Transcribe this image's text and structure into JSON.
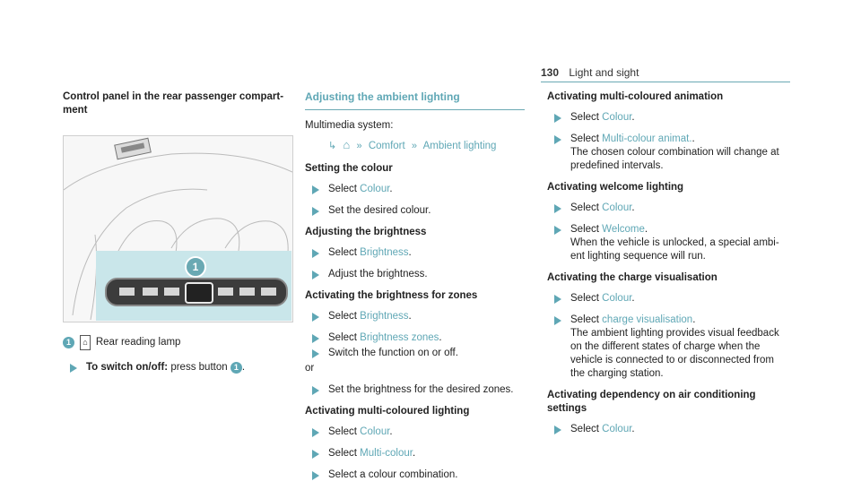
{
  "header": {
    "page": "130",
    "section": "Light and sight"
  },
  "col1": {
    "heading": "Control panel in the rear passenger compart­ment",
    "legend_num": "1",
    "legend_text": "Rear reading lamp",
    "step_bold": "To switch on/off:",
    "step_rest": " press button ",
    "step_num": "1",
    "step_end": "."
  },
  "col2": {
    "title": "Adjusting the ambient lighting",
    "system": "Multimedia system:",
    "path": {
      "comfort": "Comfort",
      "ambient": "Ambient lighting"
    },
    "h_colour": "Setting the colour",
    "s1_pre": "Select ",
    "s1_link": "Colour",
    "s1_post": ".",
    "s2": "Set the desired colour.",
    "h_bright": "Adjusting the brightness",
    "s3_pre": "Select ",
    "s3_link": "Brightness",
    "s3_post": ".",
    "s4": "Adjust the brightness.",
    "h_zones": "Activating the brightness for zones",
    "s5_pre": "Select ",
    "s5_link": "Brightness",
    "s5_post": ".",
    "s6_pre": "Select ",
    "s6_link": "Brightness zones",
    "s6_post": ".",
    "s7": "Switch the function on or off.",
    "or": "or",
    "s8": "Set the brightness for the desired zones.",
    "h_multi": "Activating multi-coloured lighting",
    "s9_pre": "Select ",
    "s9_link": "Colour",
    "s9_post": ".",
    "s10_pre": "Select ",
    "s10_link": "Multi-colour",
    "s10_post": ".",
    "s11": "Select a colour combination."
  },
  "col3": {
    "h_anim": "Activating multi-coloured animation",
    "a1_pre": "Select ",
    "a1_link": "Colour",
    "a1_post": ".",
    "a2_pre": "Select ",
    "a2_link": "Multi-colour animat.",
    "a2_post": ".",
    "a2_desc": "The chosen colour combination will change at predefined intervals.",
    "h_welcome": "Activating welcome lighting",
    "w1_pre": "Select ",
    "w1_link": "Colour",
    "w1_post": ".",
    "w2_pre": "Select ",
    "w2_link": "Welcome",
    "w2_post": ".",
    "w2_desc": "When the vehicle is unlocked, a special ambi­ent lighting sequence will run.",
    "h_charge": "Activating the charge visualisation",
    "c1_pre": "Select ",
    "c1_link": "Colour",
    "c1_post": ".",
    "c2_pre": "Select ",
    "c2_link": "charge visualisation",
    "c2_post": ".",
    "c2_desc": "The ambient lighting provides visual feed­back on the different states of charge when the vehicle is connected to or disconnected from the charging station.",
    "h_ac": "Activating dependency on air conditioning settings",
    "d1_pre": "Select ",
    "d1_link": "Colour",
    "d1_post": "."
  },
  "colors": {
    "accent": "#5fa7b5",
    "text": "#222222",
    "inset": "#c9e6ea"
  },
  "icons": {
    "step": "triangle-right-icon",
    "home": "home-icon",
    "path_arrow": "double-chevron-icon",
    "return": "return-arrow-icon"
  }
}
